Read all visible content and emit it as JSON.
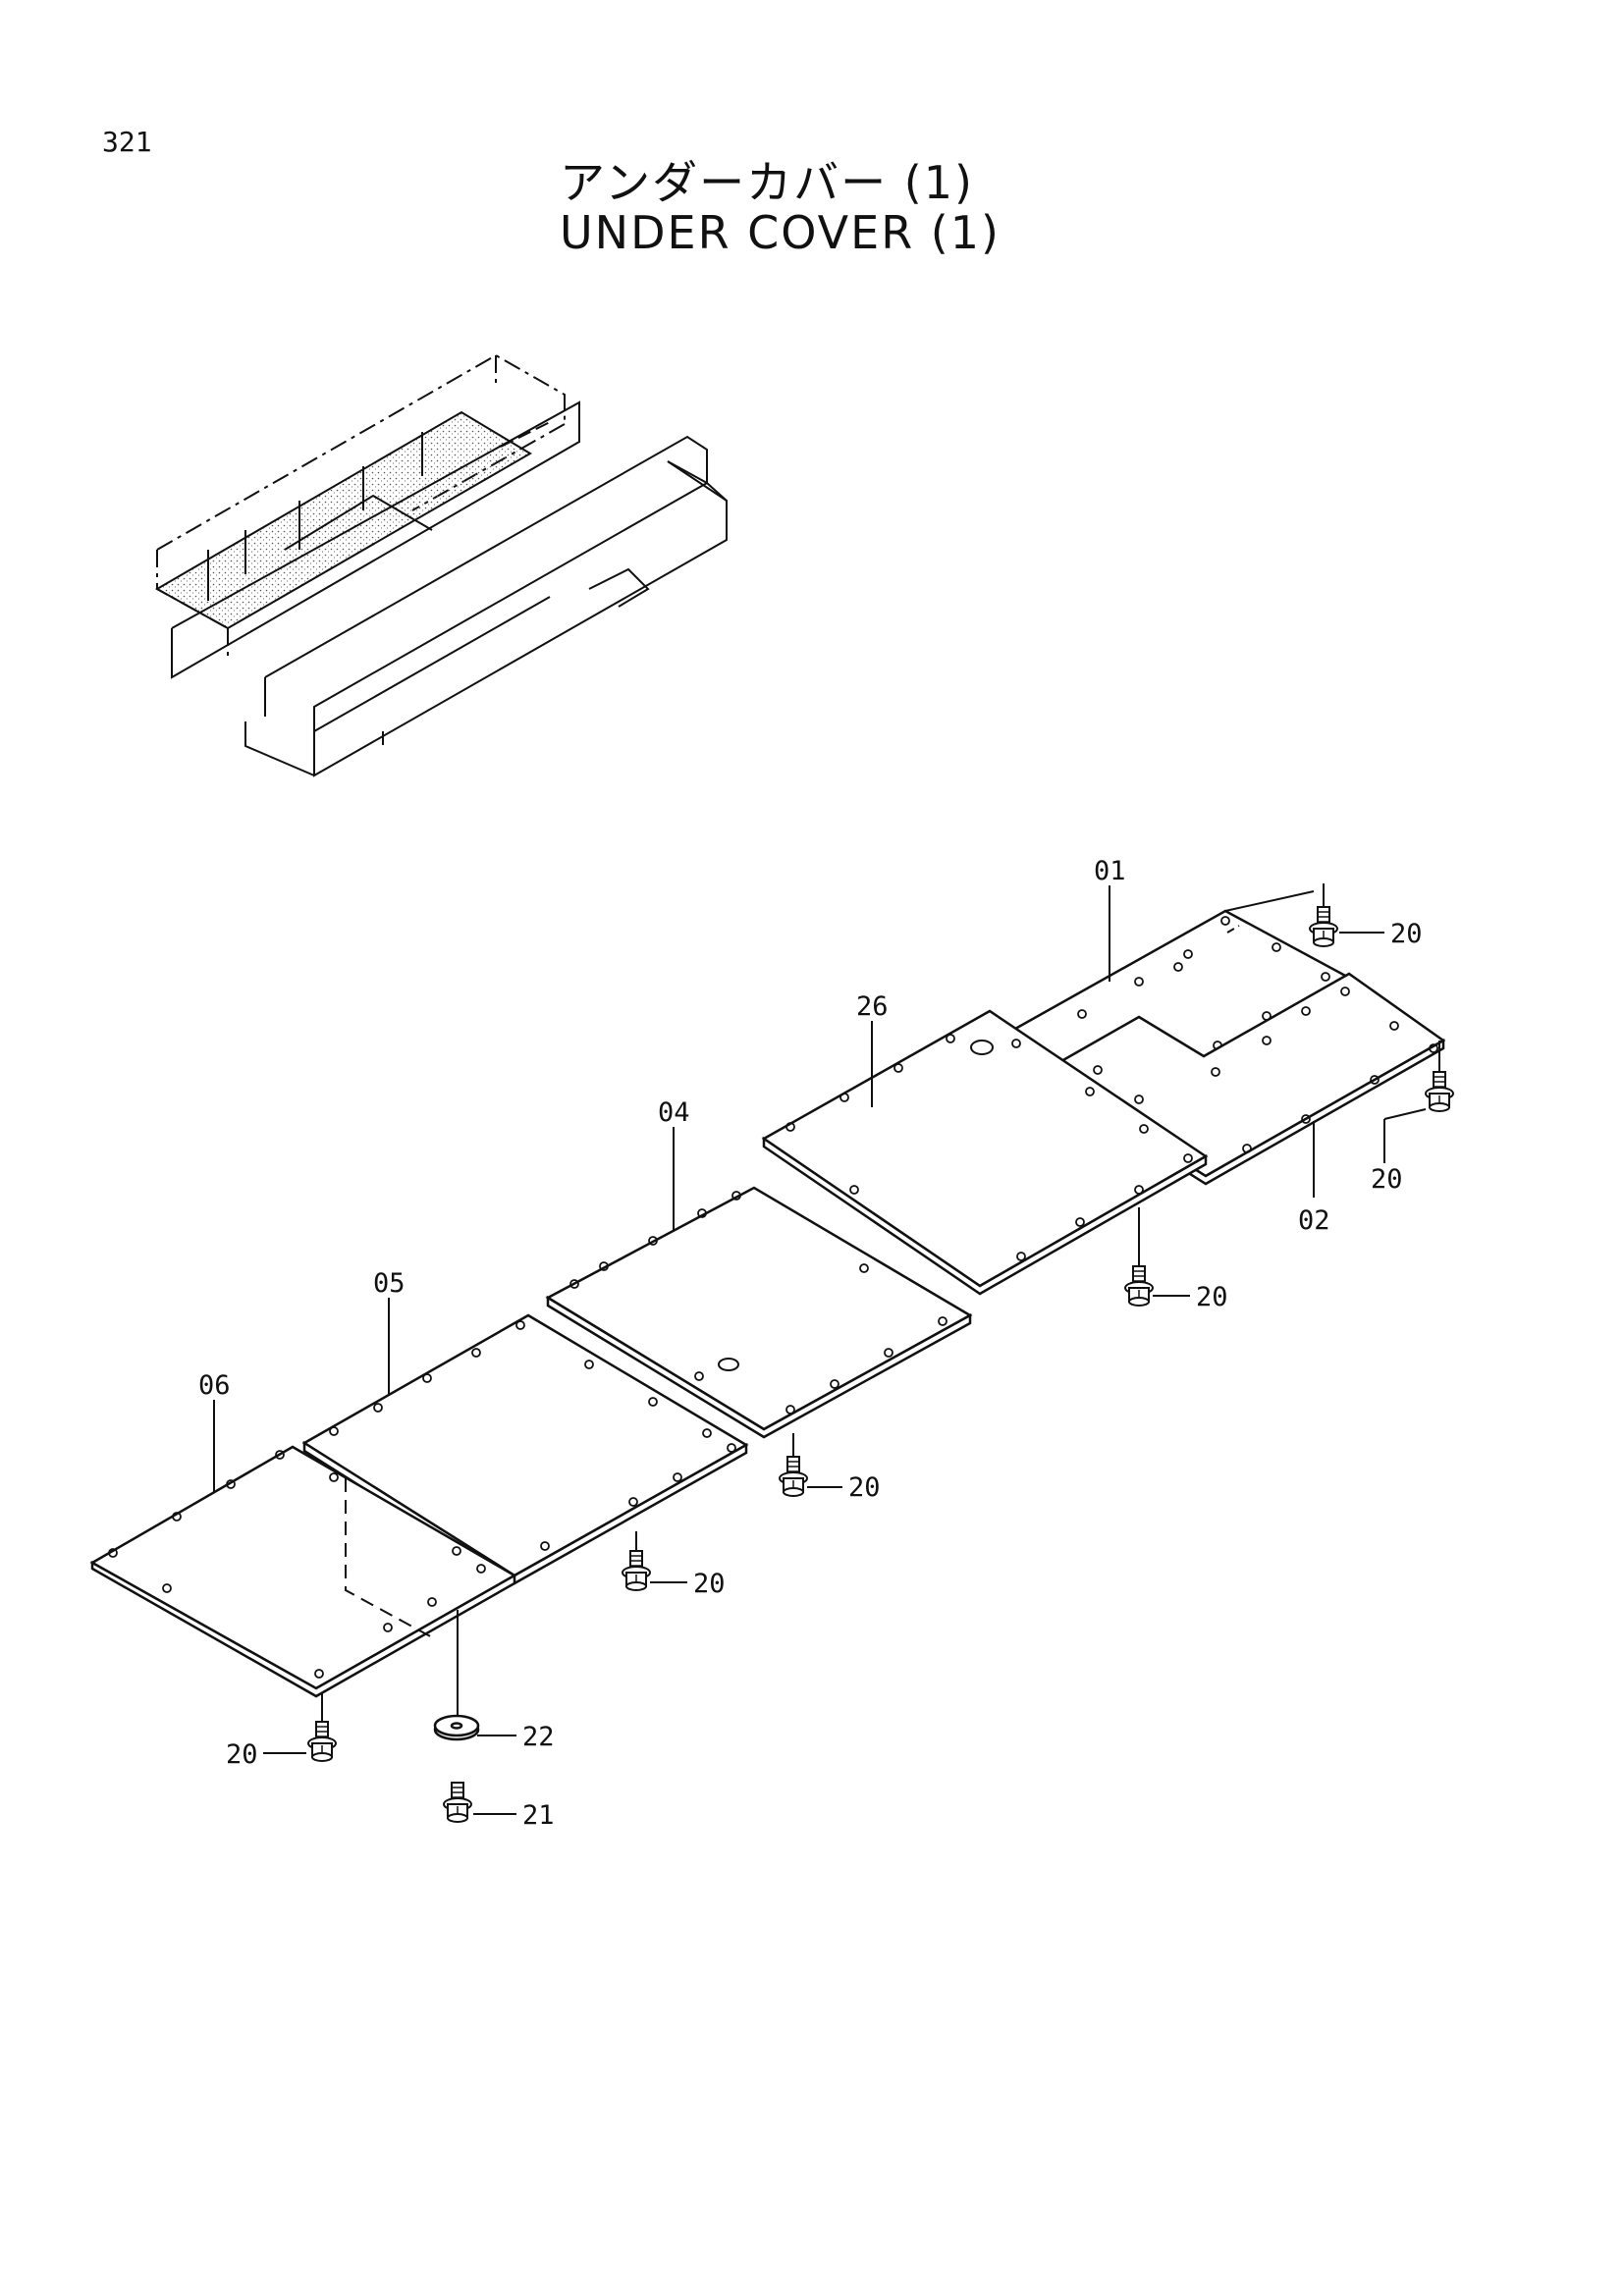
{
  "page": {
    "number": "321"
  },
  "title": {
    "japanese": "アンダーカバー (1)",
    "english": "UNDER COVER (1)"
  },
  "callouts": {
    "p01": "01",
    "p02": "02",
    "p26": "26",
    "p04": "04",
    "p05": "05",
    "p06": "06",
    "p20": "20",
    "p21": "21",
    "p22": "22"
  }
}
